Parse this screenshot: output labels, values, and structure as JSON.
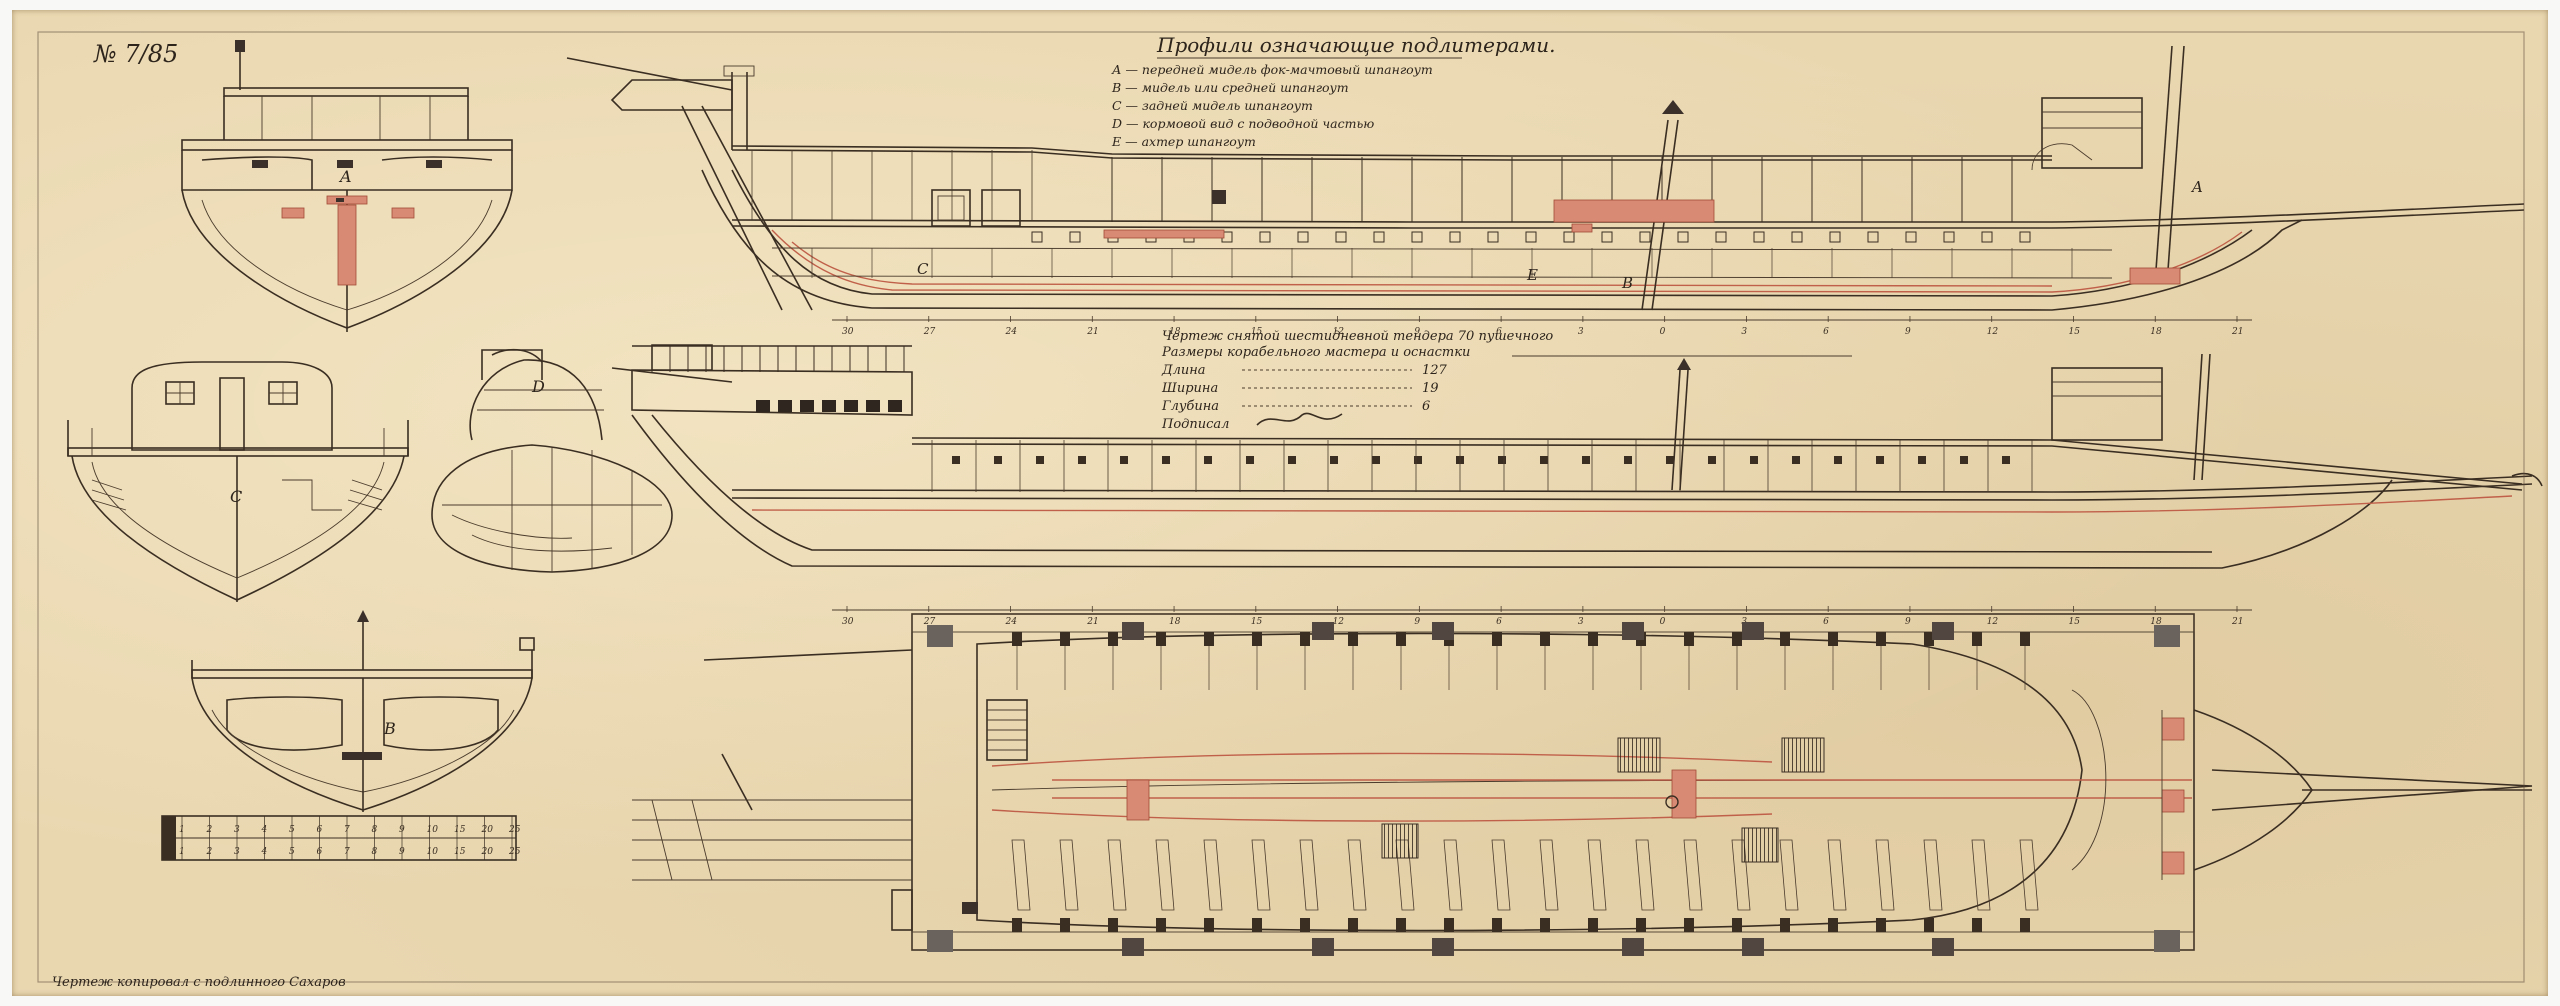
{
  "inventory_number": "№ 7/85",
  "legend": {
    "title": "Профили означающие подлитерами.",
    "items": [
      "А — передней мидель фок-мачтовый шпангоут",
      "В — мидель или средней шпангоут",
      "С — задней мидель шпангоут",
      "D — кормовой вид с подводной частью",
      "Е — ахтер шпангоут"
    ]
  },
  "plan_labels": {
    "profile_a": "A",
    "profile_b": "B",
    "profile_c": "C",
    "profile_d": "D",
    "upper_c": "C",
    "upper_e": "E",
    "upper_b": "B",
    "upper_a": "A"
  },
  "spec": {
    "title": "Чертеж снятой шестидневной тендера 70 пушечного",
    "line2": "Размеры корабельного мастера и оснастки",
    "rows": [
      {
        "label": "Длина",
        "value": "127"
      },
      {
        "label": "Ширина",
        "value": "19"
      },
      {
        "label": "Глубина",
        "value": "6"
      }
    ],
    "signature": "Подписал"
  },
  "scale_bar": {
    "top_ticks": [
      "1",
      "2",
      "3",
      "4",
      "5",
      "6",
      "7",
      "8",
      "9",
      "10",
      "15",
      "20",
      "25"
    ],
    "bottom_ticks": [
      "1",
      "2",
      "3",
      "4",
      "5",
      "6",
      "7",
      "8",
      "9",
      "10",
      "15",
      "20",
      "25"
    ]
  },
  "stations": [
    "30",
    "27",
    "24",
    "21",
    "18",
    "15",
    "12",
    "9",
    "6",
    "3",
    "0",
    "3",
    "6",
    "9",
    "12",
    "15",
    "18",
    "21"
  ],
  "footer_note": "Чертеж копировал с подлинного Сахаров"
}
